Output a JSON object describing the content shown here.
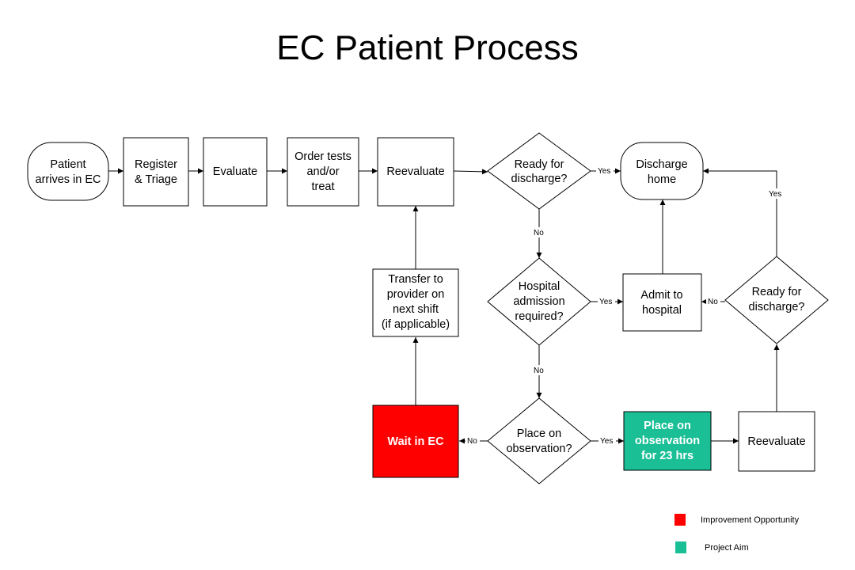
{
  "title": "EC Patient Process",
  "colors": {
    "improvement": "#ff0000",
    "aim": "#1bbf96",
    "stroke": "#000000",
    "fill": "#ffffff"
  },
  "nodes": {
    "patient_arrives": [
      "Patient",
      "arrives in EC"
    ],
    "register_triage": [
      "Register",
      "& Triage"
    ],
    "evaluate": [
      "Evaluate"
    ],
    "order_tests": [
      "Order tests",
      "and/or",
      "treat"
    ],
    "reevaluate_top": [
      "Reevaluate"
    ],
    "ready_discharge_top": [
      "Ready for",
      "discharge?"
    ],
    "discharge_home": [
      "Discharge",
      "home"
    ],
    "hospital_admission": [
      "Hospital",
      "admission",
      "required?"
    ],
    "admit_hospital": [
      "Admit to",
      "hospital"
    ],
    "ready_discharge_right": [
      "Ready for",
      "discharge?"
    ],
    "transfer_provider": [
      "Transfer to",
      "provider on",
      "next shift",
      "(if applicable)"
    ],
    "place_observation": [
      "Place on",
      "observation?"
    ],
    "wait_in_ec": [
      "Wait in EC"
    ],
    "observation_23": [
      "Place on",
      "observation",
      "for 23 hrs"
    ],
    "reevaluate_bottom": [
      "Reevaluate"
    ]
  },
  "edge_labels": {
    "yes_discharge": "Yes",
    "no_discharge": "No",
    "yes_admission": "Yes",
    "no_admission": "No",
    "no_ready_right": "No",
    "yes_ready_right": "Yes",
    "no_observation": "No",
    "yes_observation": "Yes"
  },
  "legend": {
    "improvement_label": "Improvement Opportunity",
    "aim_label": "Project Aim"
  }
}
